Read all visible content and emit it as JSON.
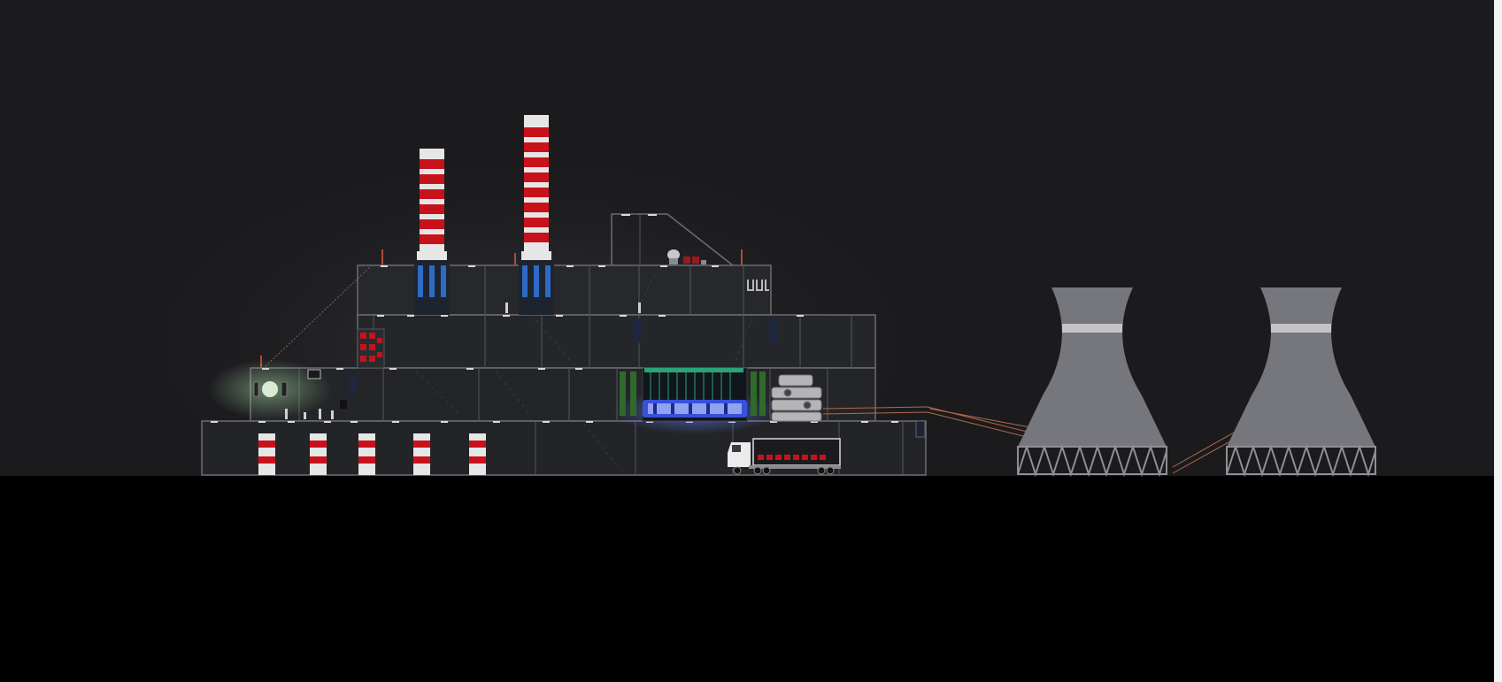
{
  "scene": {
    "sky_color": "#1b1b1e",
    "ground_color": "#000000",
    "floor_color": "#262729",
    "frame_color": "#6c6d75",
    "edge_strip_color": "#f2f2f2",
    "stripe_red": "#c8121b",
    "stripe_white": "#e6e6e6",
    "pipe_blue": "#2d6bc4",
    "glow_blue": "#6d8cff",
    "tower_color": "#76767d",
    "tower_band": "#c4c4c8",
    "truck_white": "#ececec",
    "light_green": "#a9c7a1"
  },
  "objects": {
    "smokestacks": 2,
    "cooling_towers": 2,
    "striped_pillars": 5,
    "truck": "semi-truck"
  }
}
